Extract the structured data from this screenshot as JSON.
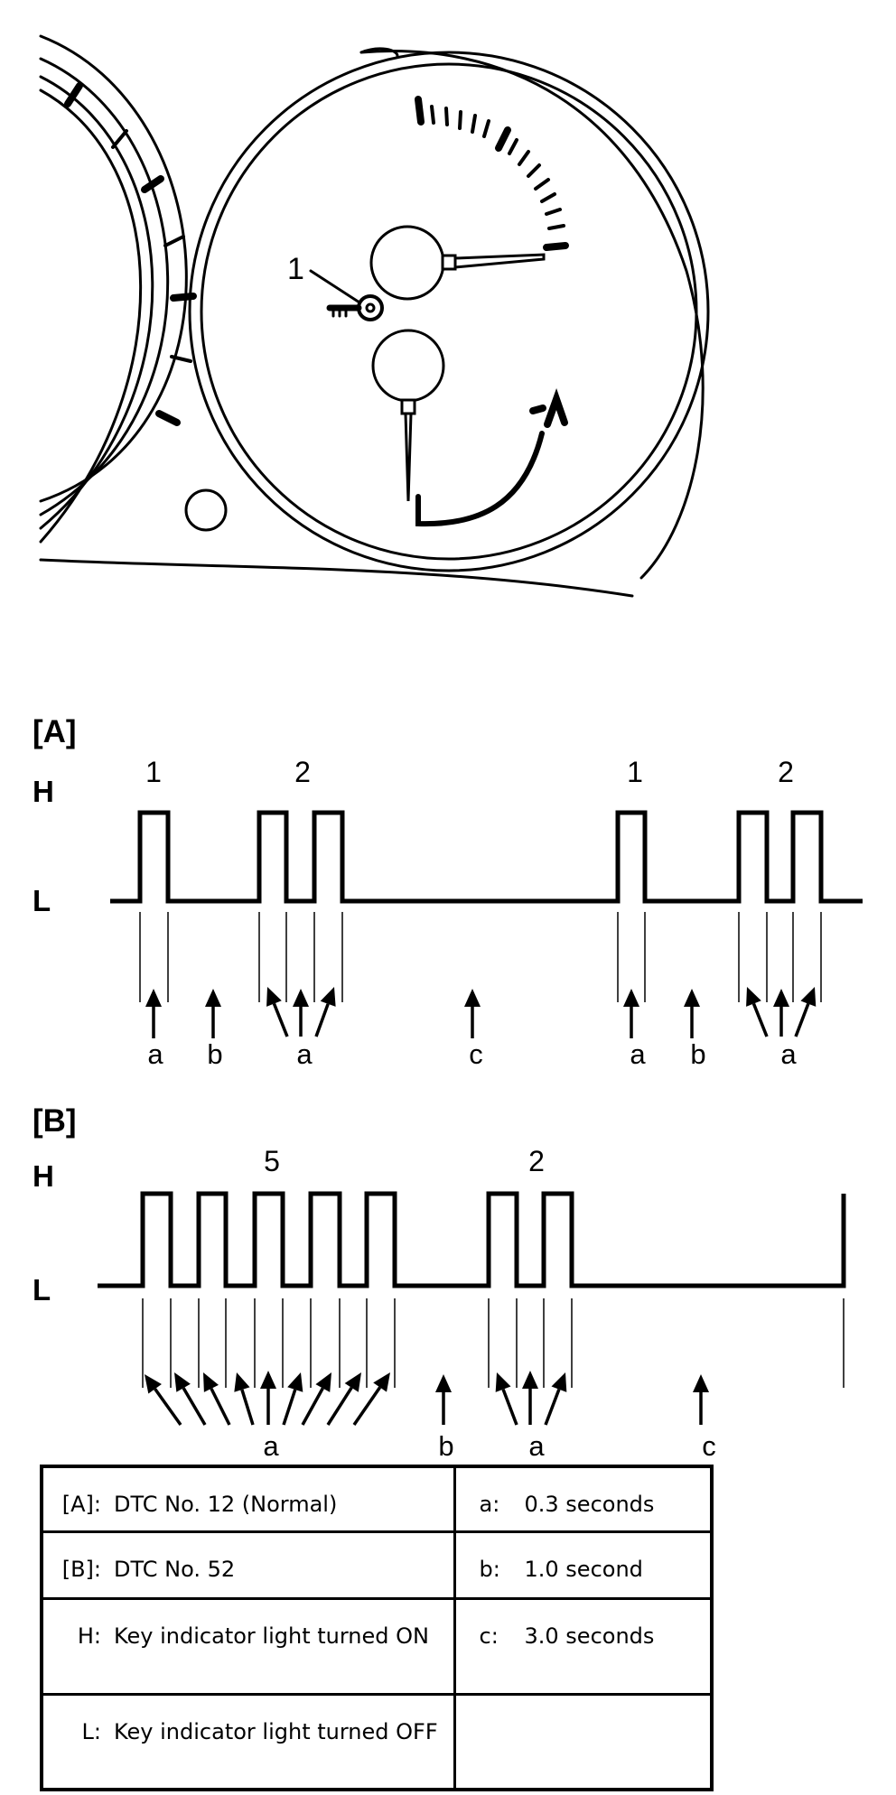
{
  "callout": {
    "number": "1"
  },
  "section_a": {
    "label": "[A]",
    "h_label": "H",
    "l_label": "L",
    "group_counts": [
      "1",
      "2",
      "1",
      "2"
    ],
    "interval_letters": [
      "a",
      "b",
      "a",
      "c",
      "a",
      "b",
      "a"
    ]
  },
  "section_b": {
    "label": "[B]",
    "h_label": "H",
    "l_label": "L",
    "group_counts": [
      "5",
      "2"
    ],
    "interval_letters": [
      "a",
      "b",
      "a",
      "c"
    ]
  },
  "legend": {
    "rows": [
      {
        "left_key": "[A]:",
        "left_value": "DTC No. 12 (Normal)",
        "right_key": "a:",
        "right_value": "0.3 seconds"
      },
      {
        "left_key": "[B]:",
        "left_value": "DTC No. 52",
        "right_key": "b:",
        "right_value": "1.0 second"
      },
      {
        "left_key": "H:",
        "left_value": "Key indicator light turned ON",
        "right_key": "c:",
        "right_value": "3.0 seconds"
      },
      {
        "left_key": "L:",
        "left_value": "Key indicator light turned OFF",
        "right_key": "",
        "right_value": ""
      }
    ]
  }
}
